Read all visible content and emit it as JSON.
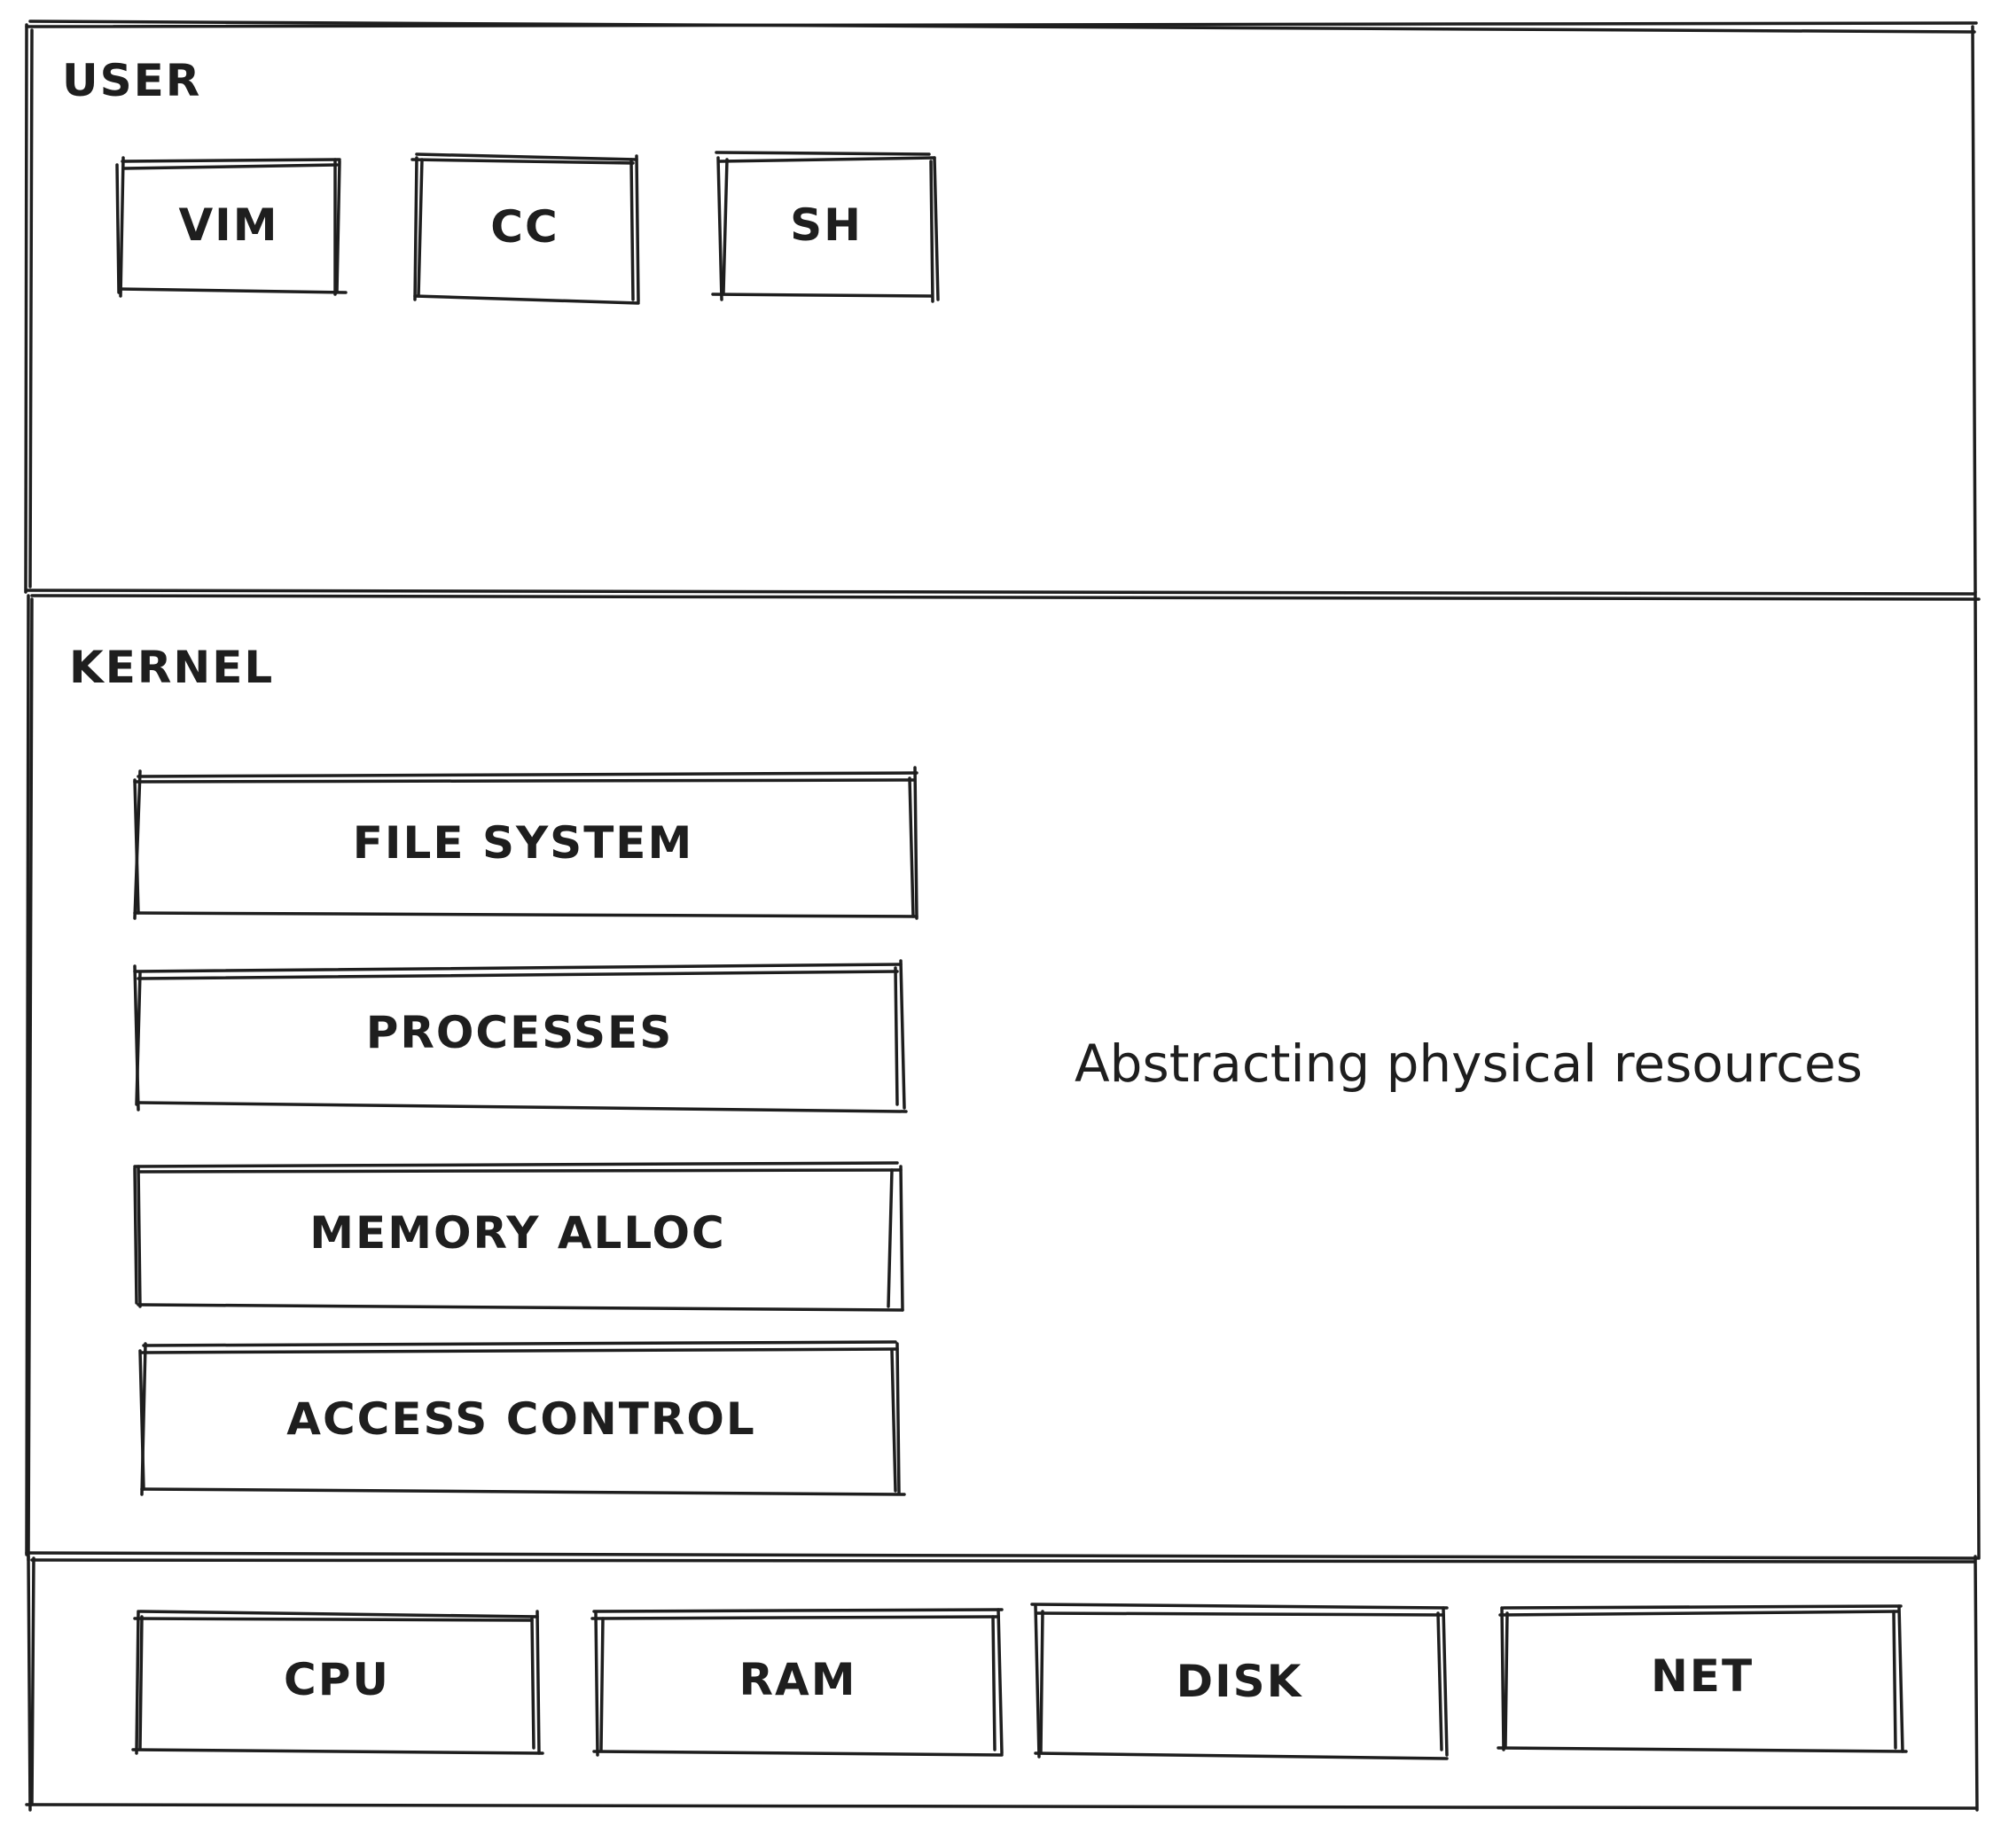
{
  "sections": {
    "user": {
      "label": "USER",
      "programs": [
        "VIM",
        "CC",
        "SH"
      ]
    },
    "kernel": {
      "label": "KERNEL",
      "subsystems": [
        "FILE SYSTEM",
        "PROCESSES",
        "MEMORY ALLOC",
        "ACCESS CONTROL"
      ],
      "note": "Abstracting physical resources"
    },
    "hardware": {
      "resources": [
        "CPU",
        "RAM",
        "DISK",
        "NET"
      ]
    }
  },
  "colors": {
    "stroke": "#1e1e1e",
    "background": "#ffffff"
  }
}
